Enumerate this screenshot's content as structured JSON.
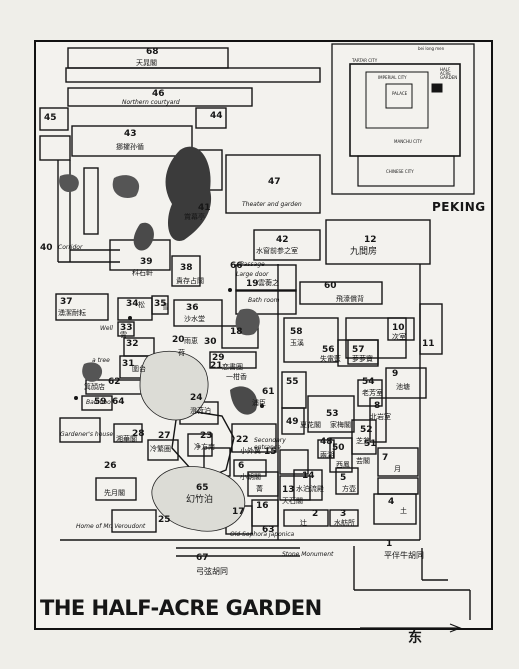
{
  "map": {
    "title": "THE HALF-ACRE GARDEN",
    "inset": {
      "title": "PEKING",
      "labels": {
        "tartar": "TARTAR CITY",
        "imperial": "IMPERIAL CITY",
        "palace": "PALACE",
        "half_acre": "HALF ACRE GARDEN",
        "manchu": "MANCHU CITY",
        "chinese": "CHINESE CITY",
        "small_1": "bei long men"
      }
    },
    "compass": "东",
    "numbers": [
      "68",
      "46",
      "45",
      "44",
      "43",
      "47",
      "41",
      "42",
      "12",
      "40",
      "39",
      "38",
      "66",
      "19",
      "37",
      "34",
      "35",
      "36",
      "33",
      "18",
      "20",
      "32",
      "30",
      "10",
      "31",
      "21",
      "58",
      "56",
      "57",
      "11",
      "62",
      "59",
      "55",
      "54",
      "9",
      "64",
      "24",
      "61",
      "53",
      "8",
      "60",
      "27",
      "28",
      "23",
      "49",
      "52",
      "48",
      "26",
      "51",
      "7",
      "25",
      "65",
      "22",
      "6",
      "15",
      "13",
      "14",
      "50",
      "5",
      "2",
      "63",
      "1",
      "3",
      "4",
      "67",
      "16",
      "17",
      "29"
    ],
    "cn": {
      "n68": "天晁閣",
      "n43": "挪攉孙循",
      "n41": "賞幕亭",
      "n42": "水窗前参之室",
      "n12": "九間房",
      "n39": "科石軒",
      "n38": "貴存占閣",
      "n19": "雲蘅之",
      "n37": "湧潔耐耘",
      "n36": "沙水堂",
      "n34": "松",
      "n35": "雪",
      "n60": "飛濠償背",
      "n20": "雨恵",
      "n10": "次室",
      "n58": "玉溪",
      "n56": "失電藍",
      "n57": "萝萝寶",
      "n21": "一柑香",
      "n54": "老芳室",
      "n9": "池塘",
      "n62": "箕顔店",
      "n24": "澄荷泊",
      "n61": "浦臣",
      "n53": "家梅閣",
      "n8": "北岩室",
      "n27": "冷繁圏",
      "n28": "湘華閣",
      "n23": "净方南",
      "n52": "芝盆",
      "n48": "兩湖",
      "n65": "幻竹泊",
      "n22": "小外翼",
      "n26": "先月閣",
      "n6": "小朝閣",
      "n15": "菁",
      "n13": "天石閣",
      "n14": "水泊流殿",
      "n50": "西鳳",
      "n5": "方壺",
      "n3": "水舫所",
      "n1": "平伴牛胡同",
      "n67": "弓弦胡同",
      "n2": "辻",
      "n4": "土",
      "n29": "恋書圏",
      "n31": "圍台",
      "n33": "雲",
      "n30": "荷",
      "n49": "夏花閣",
      "n51": "芸閣",
      "n7": "月"
    },
    "en": {
      "northern_courtyard": "Northern courtyard",
      "theater": "Theater and garden",
      "passage": "Passage",
      "large_door": "Large door",
      "corridor": "Corridor",
      "bath_room": "Bath room",
      "well": "Well",
      "tree": "a tree",
      "bamboo": "Bamboo",
      "gardeners_house": "Gardener's house",
      "veroudont": "Home of Mr. Veroudont",
      "secondary_entrance": "Secondary entrance",
      "japonica": "Old Sophora japonica",
      "stone_monument": "Stone Monument"
    }
  }
}
